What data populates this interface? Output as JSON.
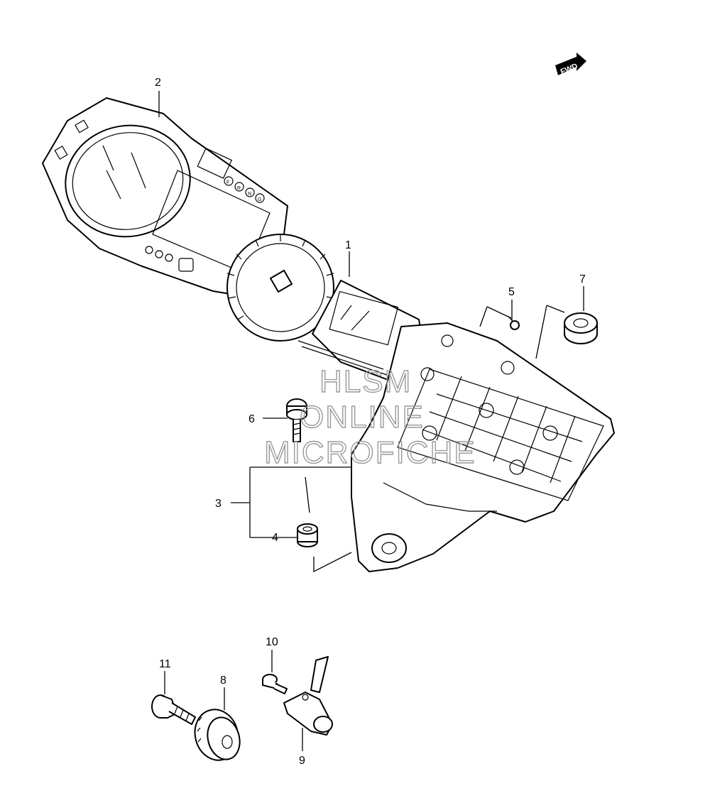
{
  "diagram": {
    "fwd_label": "FWD",
    "watermark": [
      "HLSM",
      "ONLINE",
      "MICROFICHE"
    ],
    "callouts": {
      "p1": "1",
      "p2": "2",
      "p3": "3",
      "p4": "4",
      "p5": "5",
      "p6": "6",
      "p7": "7",
      "p8": "8",
      "p9": "9",
      "p10": "10",
      "p11": "11"
    },
    "indicator_letters": [
      "F",
      "R",
      "N",
      "G"
    ]
  }
}
